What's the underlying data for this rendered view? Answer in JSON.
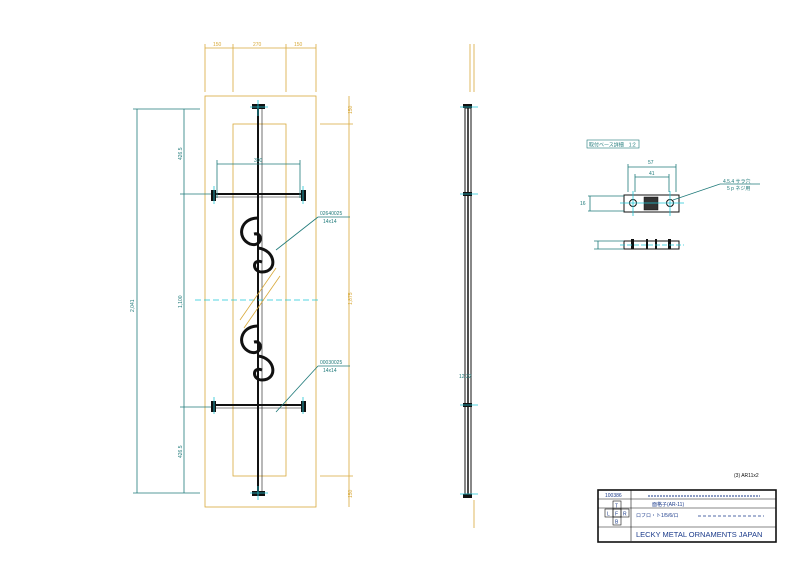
{
  "colors": {
    "dimension": "#1f7a7a",
    "frame": "#d8a93a",
    "part": "#111111",
    "centerline": "#1fc6d6",
    "titleblock_text": "#1a3a8a"
  },
  "front_view": {
    "top_dims": [
      "150",
      "270",
      "150"
    ],
    "dim_300": "300",
    "left_dims": [
      "426.5",
      "1,100",
      "426.5"
    ],
    "overall_height": "2,041",
    "right_dims": [
      "150",
      "1,875",
      "150"
    ],
    "label_scroll_upper": "02640025",
    "label_scroll_upper_size": "14x14",
    "label_scroll_lower": "00030025",
    "label_scroll_lower_size": "14x14"
  },
  "side_view": {
    "dim_label": "12.22"
  },
  "base_detail": {
    "title": "取付ベース詳細　1:2",
    "dim_outer": "57",
    "dim_inner": "41",
    "dim_height": "16",
    "hole_note_1": "4.5.4 サラ穴",
    "hole_note_2": "5 p ネジ用"
  },
  "sheet_note": "(3) AR11x2",
  "title_block": {
    "code": "100386",
    "row2_label": "面格子(AR-11)",
    "row3_text": "ロフロ・ト1/5/6/ロ",
    "company": "LECKY METAL ORNAMENTS JAPAN",
    "views": [
      "T",
      "L",
      "F",
      "R",
      "B"
    ]
  }
}
